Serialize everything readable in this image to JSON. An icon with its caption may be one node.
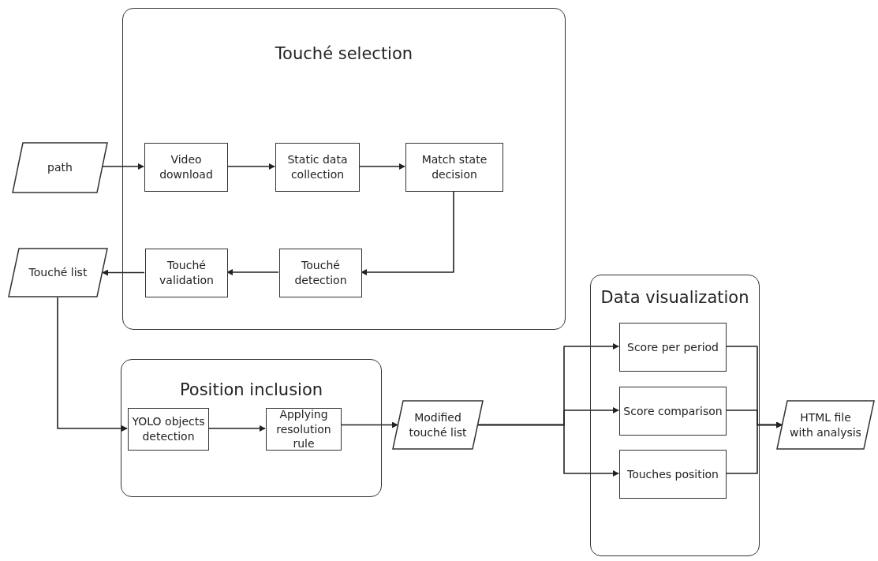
{
  "diagram": {
    "nodes": [
      {
        "text": [
          "Touché selection"
        ]
      },
      {
        "text": [
          "Video download"
        ],
        "in": 0
      },
      {
        "text": [
          "Static data collection"
        ],
        "in": 0
      },
      {
        "text": [
          "Match state decision"
        ],
        "in": 0
      },
      {
        "text": [
          "Touché detection"
        ],
        "in": 0
      },
      {
        "text": [
          "Touché validation"
        ],
        "in": 0
      },
      {
        "text": [
          "path"
        ]
      },
      {
        "text": [
          "Touché list"
        ]
      },
      {
        "text": [
          "Position inclusion"
        ]
      },
      {
        "text": [
          "YOLO objects detection"
        ],
        "in": 8
      },
      {
        "text": [
          "Applying resolution rule"
        ],
        "in": 8
      },
      {
        "text": [
          "Modified touché list"
        ]
      },
      {
        "text": [
          "Data visualization"
        ]
      },
      {
        "text": [
          "Score per period"
        ],
        "in": 12
      },
      {
        "text": [
          "Score comparison"
        ],
        "in": 12
      },
      {
        "text": [
          "Touches position"
        ],
        "in": 12
      },
      {
        "text": [
          "HTML file with analysis"
        ]
      }
    ],
    "edges": [
      {
        "from": 6,
        "to": 1,
        "arrow": "to"
      },
      {
        "from": 1,
        "to": 2,
        "arrow": "to"
      },
      {
        "from": 2,
        "to": 3,
        "arrow": "to"
      },
      {
        "from": 3,
        "to": 4,
        "arrow": "to"
      },
      {
        "from": 4,
        "to": 5,
        "arrow": "to"
      },
      {
        "from": 5,
        "to": 7,
        "arrow": "to"
      },
      {
        "from": 7,
        "to": 9,
        "arrow": "to"
      },
      {
        "from": 9,
        "to": 10,
        "arrow": "to"
      },
      {
        "from": 10,
        "to": 11,
        "arrow": "to"
      },
      {
        "from": 11,
        "to": 13,
        "arrow": "to"
      },
      {
        "from": 11,
        "to": 14,
        "arrow": "to"
      },
      {
        "from": 11,
        "to": 15,
        "arrow": "to"
      },
      {
        "from": 13,
        "to": 16,
        "arrow": "to"
      },
      {
        "from": 14,
        "to": 16,
        "arrow": "to"
      },
      {
        "from": 15,
        "to": 16,
        "arrow": "to"
      }
    ]
  }
}
